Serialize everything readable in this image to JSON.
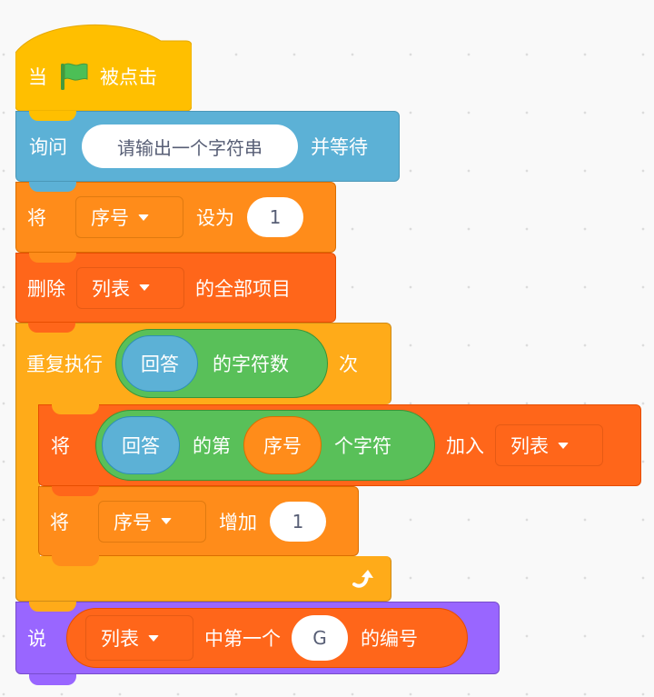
{
  "colors": {
    "events": "#FFBF00",
    "sensing": "#5CB1D6",
    "variables": "#FF8C1A",
    "lists": "#FF661A",
    "control": "#FFAB19",
    "operators": "#59C059",
    "looks": "#9966FF",
    "flag": "#4CBF56",
    "canvas": "#F9F9F9"
  },
  "blocks": {
    "when_flag": {
      "prefix": "当",
      "icon": "green-flag-icon",
      "suffix": "被点击"
    },
    "ask": {
      "label": "询问",
      "input": "请输出一个字符串",
      "suffix": "并等待"
    },
    "set_var": {
      "label": "将",
      "variable": "序号",
      "mid": "设为",
      "value": "1"
    },
    "delete_all": {
      "label": "删除",
      "list": "列表",
      "suffix": "的全部项目"
    },
    "repeat": {
      "label": "重复执行",
      "length_reporter": {
        "answer": "回答",
        "suffix": "的字符数"
      },
      "suffix": "次",
      "loop_icon": "loop-arrow-icon"
    },
    "add_to_list": {
      "label": "将",
      "letter_reporter": {
        "answer": "回答",
        "mid": "的第",
        "index_var": "序号",
        "suffix": "个字符"
      },
      "mid": "加入",
      "list": "列表"
    },
    "change_var": {
      "label": "将",
      "variable": "序号",
      "mid": "增加",
      "value": "1"
    },
    "say": {
      "label": "说",
      "item_num_reporter": {
        "list": "列表",
        "mid": "中第一个",
        "item": "G",
        "suffix": "的编号"
      }
    }
  }
}
